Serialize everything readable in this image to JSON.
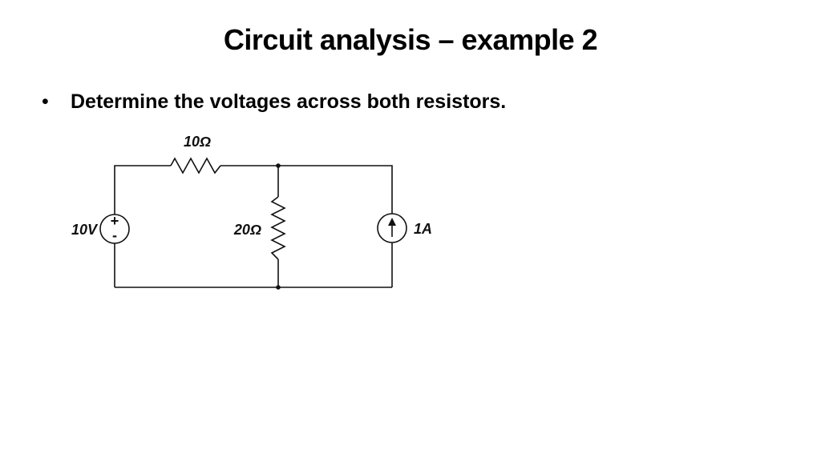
{
  "slide": {
    "title": "Circuit analysis – example 2",
    "bullet": "Determine the voltages across both resistors."
  },
  "circuit": {
    "voltage_source": {
      "label": "10V",
      "plus": "+",
      "minus": "-"
    },
    "series_resistor": {
      "label": "10Ω"
    },
    "shunt_resistor": {
      "label": "20Ω"
    },
    "current_source": {
      "label": "1A"
    }
  },
  "colors": {
    "background": "#ffffff",
    "text": "#000000",
    "circuit_stroke": "#111111"
  }
}
